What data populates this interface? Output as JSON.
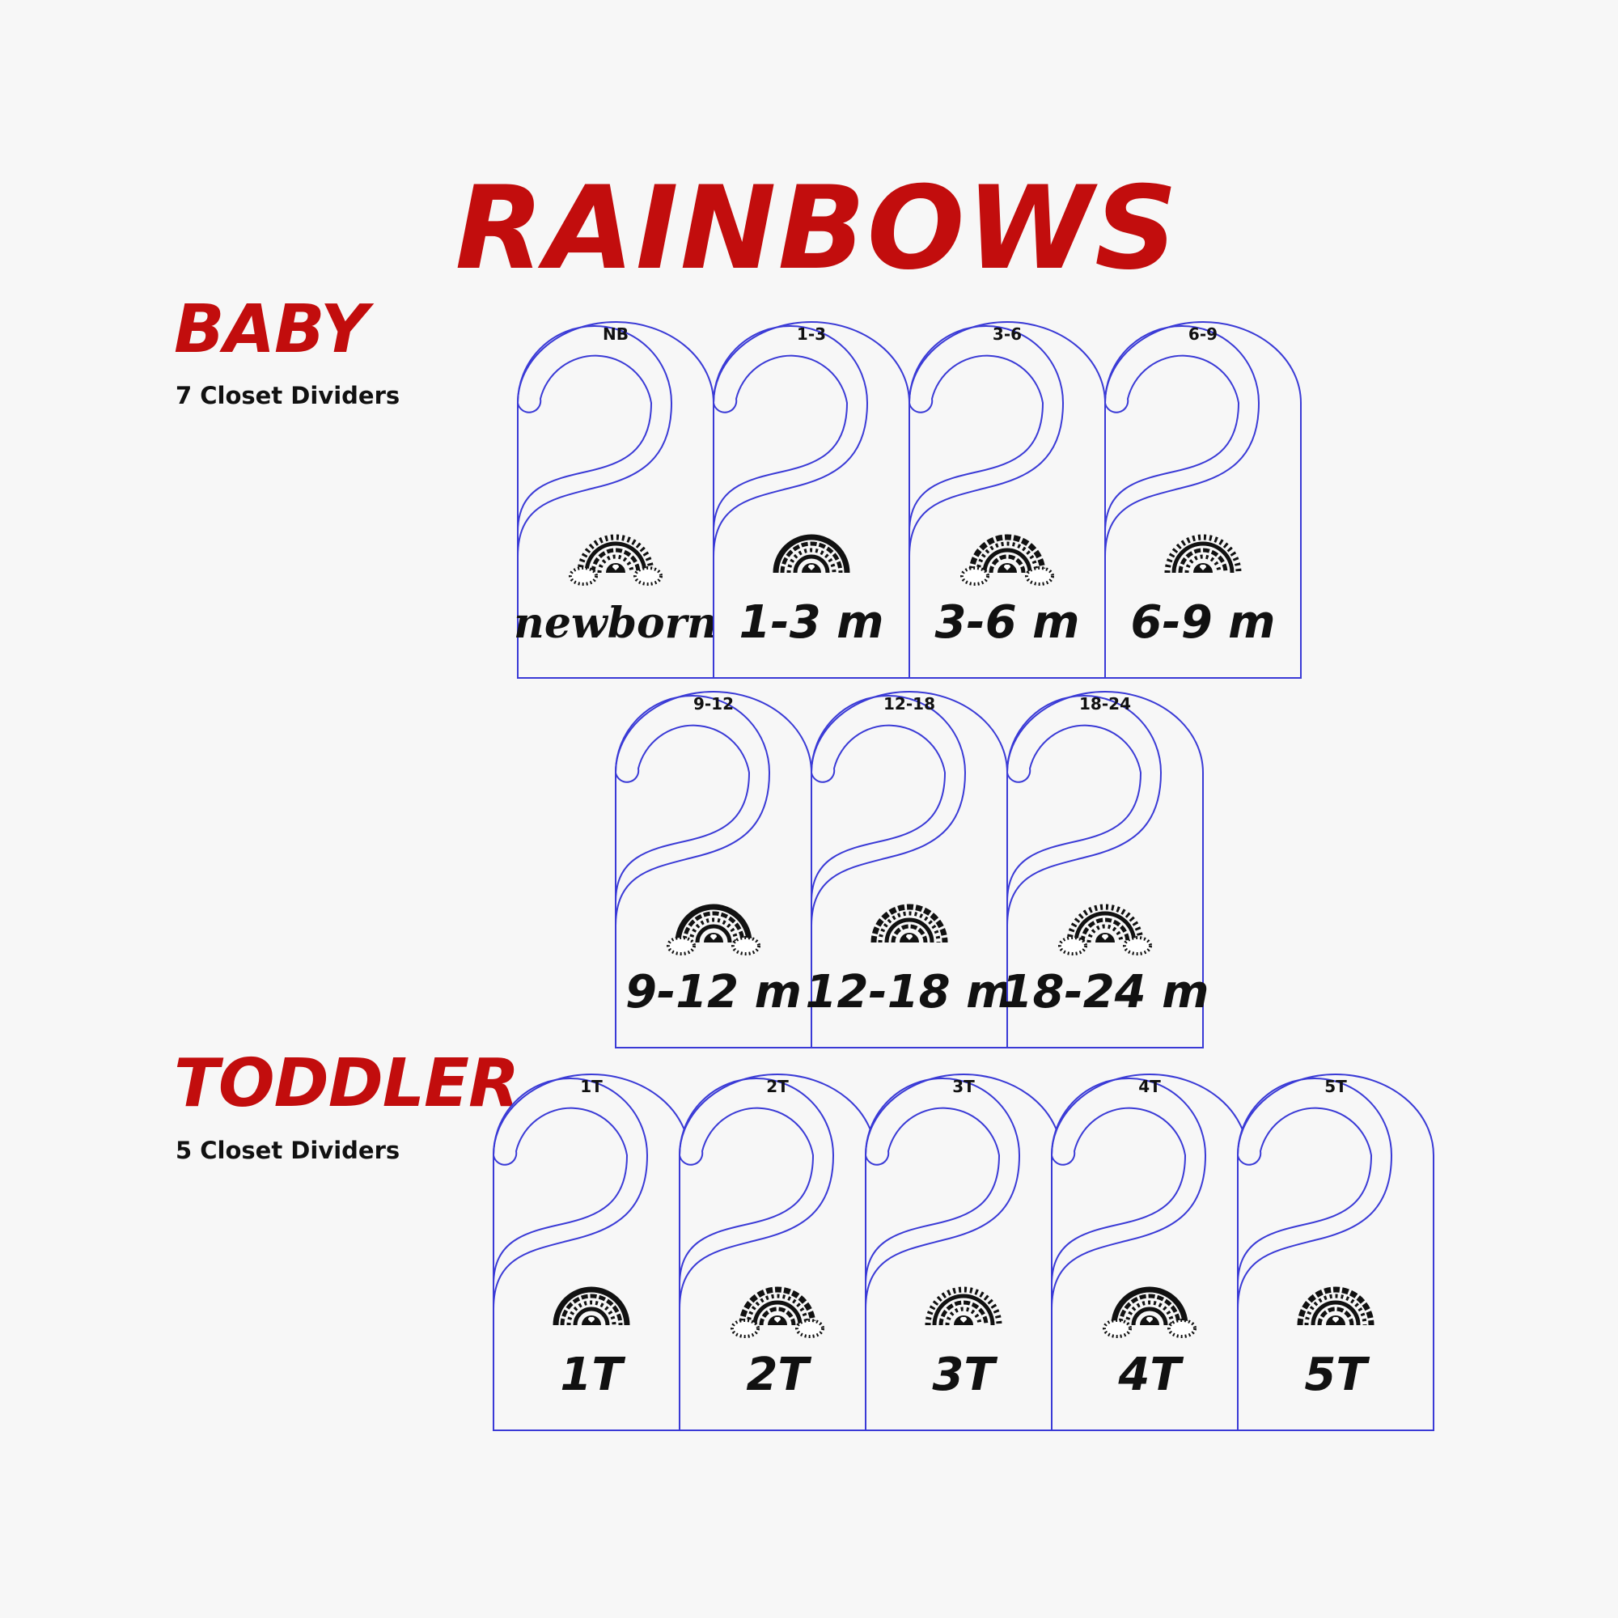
{
  "title": "RAINBOWS",
  "baby": {
    "heading": "BABY",
    "subtitle": "7 Closet Dividers",
    "dividers": [
      {
        "tag": "NB",
        "label": "newborn"
      },
      {
        "tag": "1-3",
        "label": "1-3 m"
      },
      {
        "tag": "3-6",
        "label": "3-6 m"
      },
      {
        "tag": "6-9",
        "label": "6-9 m"
      },
      {
        "tag": "9-12",
        "label": "9-12 m"
      },
      {
        "tag": "12-18",
        "label": "12-18 m"
      },
      {
        "tag": "18-24",
        "label": "18-24 m"
      }
    ]
  },
  "toddler": {
    "heading": "TODDLER",
    "subtitle": "5 Closet Dividers",
    "dividers": [
      {
        "tag": "1T",
        "label": "1T"
      },
      {
        "tag": "2T",
        "label": "2T"
      },
      {
        "tag": "3T",
        "label": "3T"
      },
      {
        "tag": "4T",
        "label": "4T"
      },
      {
        "tag": "5T",
        "label": "5T"
      }
    ]
  },
  "colors": {
    "accent": "#c20d0d",
    "outline": "#3a3ad6",
    "ink": "#111111",
    "background": "#f7f7f7"
  }
}
